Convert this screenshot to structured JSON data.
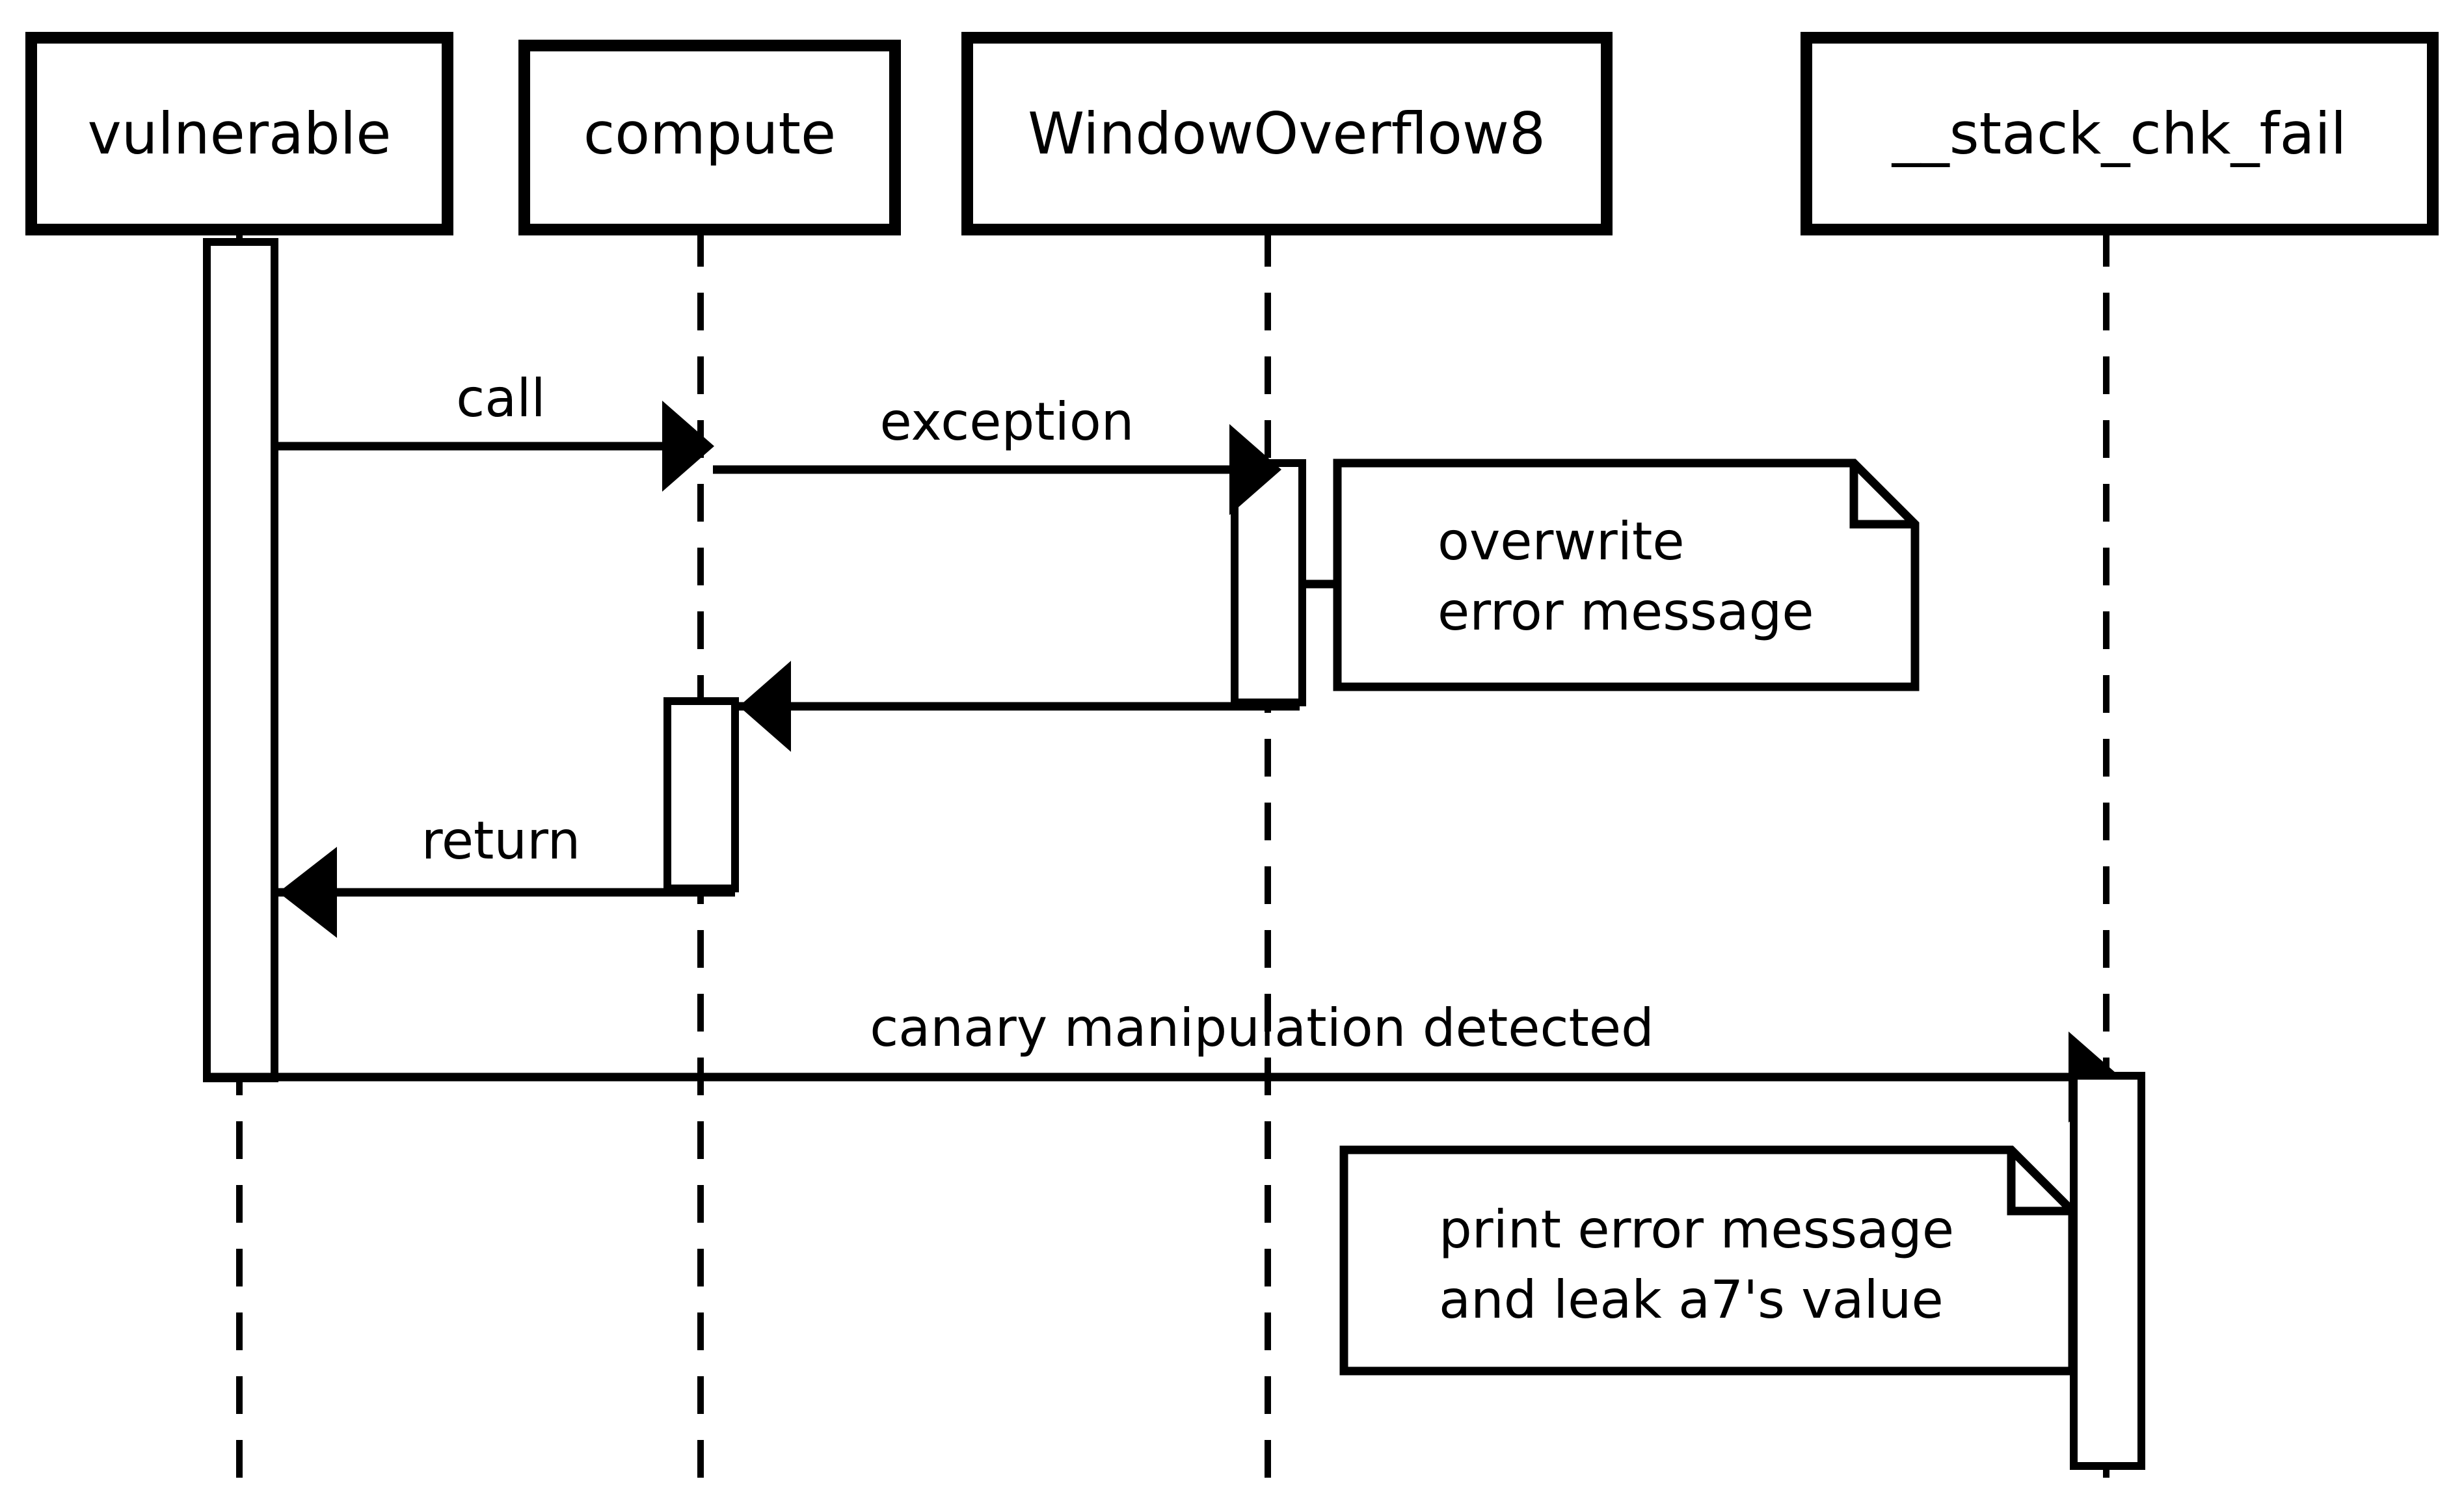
{
  "diagram": {
    "type": "uml-sequence-diagram",
    "title": "",
    "background_color": "#ffffff",
    "line_color": "#000000",
    "participants": [
      {
        "id": "vulnerable",
        "label": "vulnerable"
      },
      {
        "id": "compute",
        "label": "compute"
      },
      {
        "id": "windowoverflow8",
        "label": "WindowOverflow8"
      },
      {
        "id": "stack_chk_fail",
        "label": "__stack_chk_fail"
      }
    ],
    "messages": [
      {
        "id": "m1",
        "label": "call",
        "from": "vulnerable",
        "to": "compute",
        "kind": "sync-call",
        "direction": "right"
      },
      {
        "id": "m2",
        "label": "exception",
        "from": "compute",
        "to": "windowoverflow8",
        "kind": "sync-call",
        "direction": "right"
      },
      {
        "id": "m3",
        "label": "",
        "from": "windowoverflow8",
        "to": "compute",
        "kind": "return",
        "direction": "left"
      },
      {
        "id": "m4",
        "label": "return",
        "from": "compute",
        "to": "vulnerable",
        "kind": "return",
        "direction": "left"
      },
      {
        "id": "m5",
        "label": "canary manipulation detected",
        "from": "vulnerable",
        "to": "stack_chk_fail",
        "kind": "sync-call",
        "direction": "right"
      }
    ],
    "notes": [
      {
        "id": "note1",
        "attached_to": "windowoverflow8",
        "lines": [
          "overwrite",
          "error message"
        ]
      },
      {
        "id": "note2",
        "attached_to": "stack_chk_fail",
        "lines": [
          "print error message",
          "and leak a7's value"
        ]
      }
    ]
  }
}
